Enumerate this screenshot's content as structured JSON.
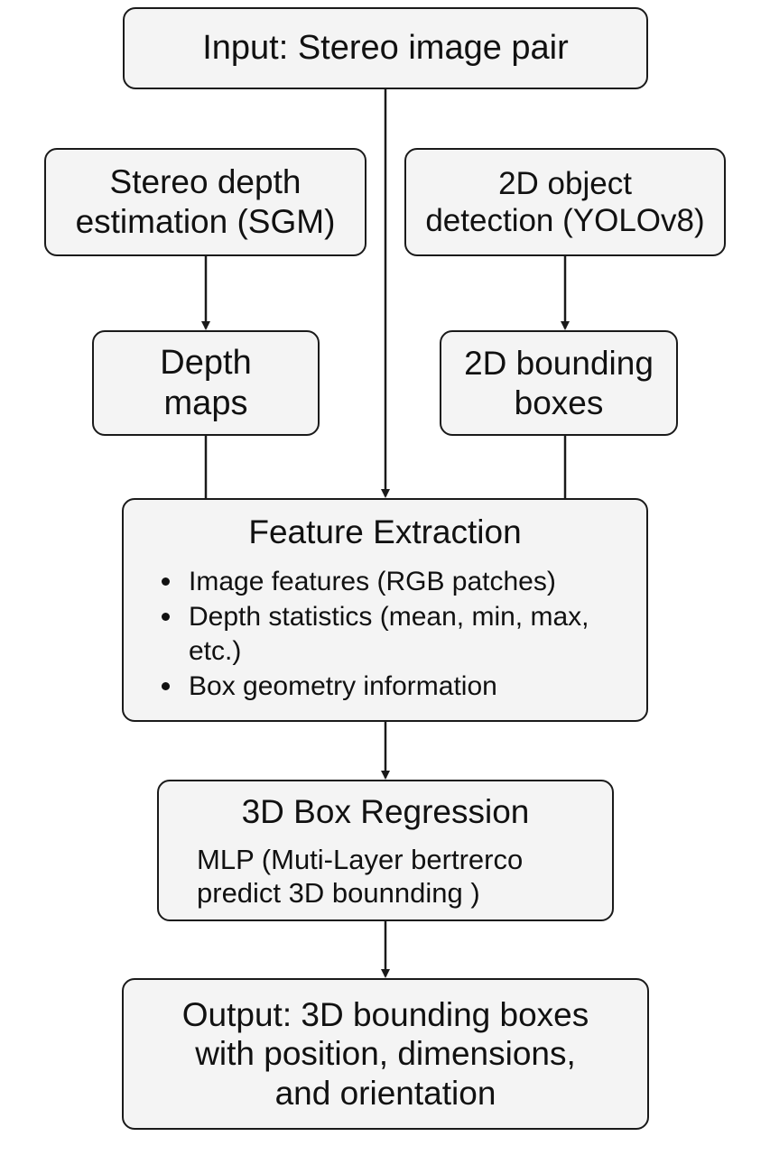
{
  "nodes": {
    "input": {
      "lines": [
        "Input: Stereo image pair"
      ]
    },
    "stereo_depth": {
      "lines": [
        "Stereo depth",
        "estimation (SGM)"
      ]
    },
    "object_detection": {
      "lines": [
        "2D object",
        "detection (YOLOv8)"
      ]
    },
    "depth_maps": {
      "lines": [
        "Depth",
        "maps"
      ]
    },
    "bounding_boxes_2d": {
      "lines": [
        "2D bounding",
        "boxes"
      ]
    },
    "feature_extraction": {
      "title": "Feature Extraction",
      "items": [
        {
          "lines": [
            "Image features (RGB patches)"
          ]
        },
        {
          "lines": [
            "Depth statistics (mean, min, max,",
            "etc.)"
          ]
        },
        {
          "lines": [
            "Box geometry information"
          ]
        }
      ]
    },
    "box_regression": {
      "title": "3D Box Regression",
      "lines": [
        "MLP (Muti-Layer bertrerco",
        "predict 3D bounnding )"
      ]
    },
    "output": {
      "lines": [
        "Output: 3D bounding boxes",
        "with position, dimensions,",
        "and orientation"
      ]
    }
  },
  "colors": {
    "box_fill": "#f4f4f4",
    "stroke": "#1a1a1a",
    "text": "#111111"
  }
}
